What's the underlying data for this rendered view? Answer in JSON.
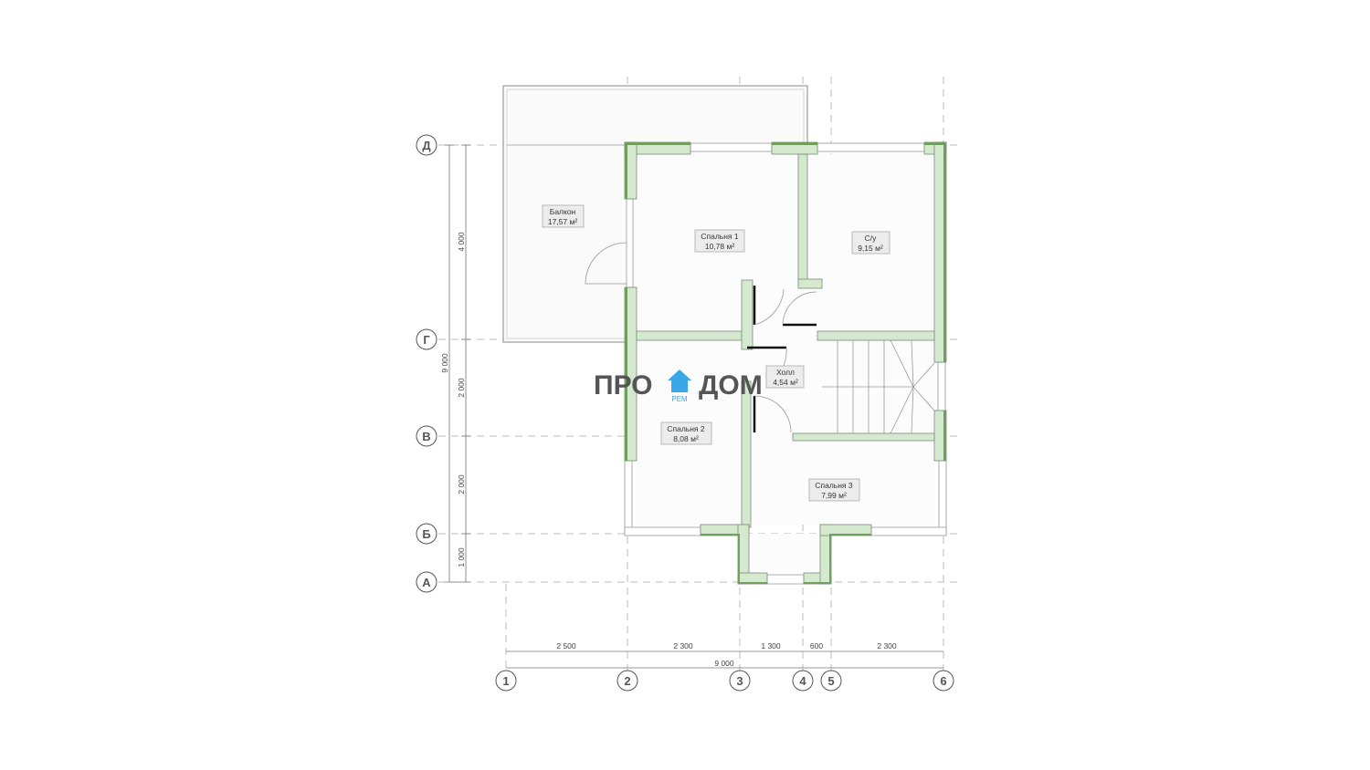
{
  "rooms": [
    {
      "name": "Балкон",
      "area": "17,57 м²"
    },
    {
      "name": "Спальня 1",
      "area": "10,78 м²"
    },
    {
      "name": "С/у",
      "area": "9,15 м²"
    },
    {
      "name": "Холл",
      "area": "4,54 м²"
    },
    {
      "name": "Спальня 2",
      "area": "8,08 м²"
    },
    {
      "name": "Спальня 3",
      "area": "7,99 м²"
    }
  ],
  "axes_letters": [
    "Д",
    "Г",
    "В",
    "Б",
    "А"
  ],
  "axes_numbers": [
    "1",
    "2",
    "3",
    "4",
    "5",
    "6"
  ],
  "dims_horizontal": [
    "2 500",
    "2 300",
    "1 300",
    "600",
    "2 300"
  ],
  "dim_total_horizontal": "9 000",
  "dims_vertical": [
    "4 000",
    "2 000",
    "2 000",
    "1 000"
  ],
  "dim_total_vertical": "9 000",
  "watermark": {
    "left": "ПРО",
    "right": "ДОМ",
    "sub": "РЕМ",
    "color": "#3aa7e8"
  }
}
